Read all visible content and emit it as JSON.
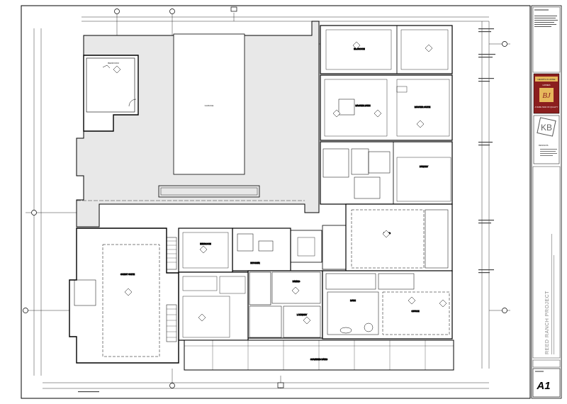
{
  "title_block": {
    "sheet_number": "A1",
    "project_name": "REED RANCH PROJECT",
    "builder_name": "HEARTH & HOME",
    "builder_sub": "HOMES",
    "builder_tagline": "A SURE SIGN OF QUALITY",
    "builder_monogram": "BJ",
    "designer_monogram": "KB",
    "designer_name": "DESIGNS",
    "brand_color_builder": "#8b1e1e",
    "brand_color_gold": "#e6b85c"
  },
  "plan": {
    "rooms": [
      {
        "id": "garage",
        "label": "GARAGE"
      },
      {
        "id": "bedroom-nw",
        "label": "BEDROOM"
      },
      {
        "id": "bedroom-ne",
        "label": "BEDROOM"
      },
      {
        "id": "master-bath",
        "label": "MASTER BATH"
      },
      {
        "id": "master-suite",
        "label": "MASTER SUITE"
      },
      {
        "id": "living",
        "label": "LIVING"
      },
      {
        "id": "kitchen",
        "label": "KITCHEN"
      },
      {
        "id": "guest-suite",
        "label": "GUEST SUITE"
      },
      {
        "id": "bedroom-s",
        "label": "BEDROOM"
      },
      {
        "id": "office",
        "label": "OFFICE"
      },
      {
        "id": "laundry",
        "label": "LAUNDRY"
      },
      {
        "id": "bath",
        "label": "BATH"
      },
      {
        "id": "pantry",
        "label": "PANTRY"
      },
      {
        "id": "dining",
        "label": "DINING"
      },
      {
        "id": "patio",
        "label": "COVERED PATIO"
      }
    ]
  }
}
